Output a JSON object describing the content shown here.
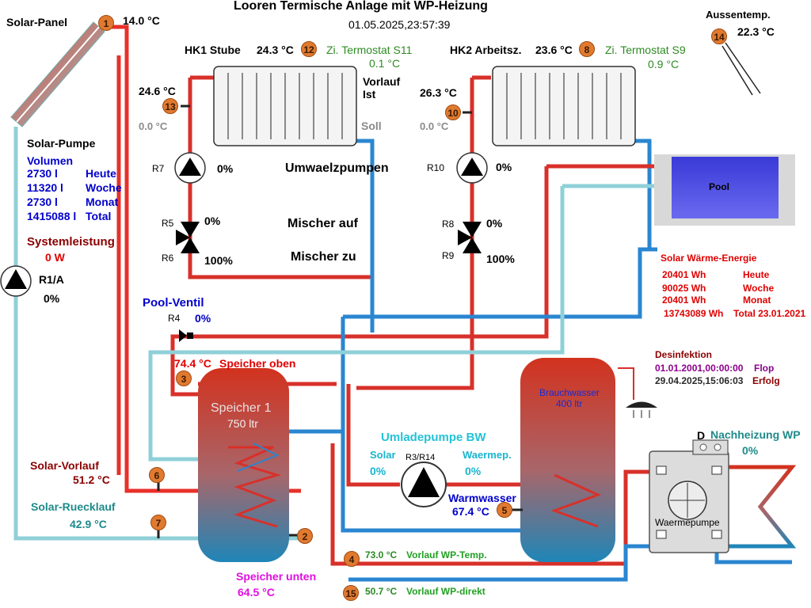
{
  "title": "Looren Termische Anlage mit WP-Heizung",
  "datetime": "01.05.2025,23:57:39",
  "solar_panel": {
    "label": "Solar-Panel",
    "temp": "14.0 °C",
    "sensor": "1"
  },
  "aussentemp": {
    "label": "Aussentemp.",
    "temp": "22.3 °C",
    "sensor": "14"
  },
  "hk1": {
    "label": "HK1 Stube",
    "room_temp": "24.3 °C",
    "sensor": "12",
    "thermostat_label": "Zi. Termostat S11",
    "thermostat_value": "0.1 °C",
    "vorlauf_temp": "24.6 °C",
    "vorlauf_sensor": "13",
    "soll": "0.0 °C",
    "pump_label": "R7",
    "pump_pct": "0%",
    "mixer_open_label": "R5",
    "mixer_open_pct": "0%",
    "mixer_close_label": "R6",
    "mixer_close_pct": "100%"
  },
  "hk2": {
    "label": "HK2 Arbeitsz.",
    "room_temp": "23.6 °C",
    "sensor": "8",
    "thermostat_label": "Zi. Termostat S9",
    "thermostat_value": "0.9 °C",
    "vorlauf_temp": "26.3 °C",
    "vorlauf_sensor": "10",
    "soll": "0.0 °C",
    "pump_label": "R10",
    "pump_pct": "0%",
    "mixer_open_label": "R8",
    "mixer_open_pct": "0%",
    "mixer_close_label": "R9",
    "mixer_close_pct": "100%"
  },
  "legend_mid": {
    "vorlauf_ist": "Vorlauf Ist",
    "soll": "Soll",
    "umwaelzpumpen": "Umwaelzpumpen",
    "mischer_auf": "Mischer auf",
    "mischer_zu": "Mischer zu"
  },
  "solar_pump": {
    "label": "Solar-Pumpe",
    "volumen_label": "Volumen",
    "rows": [
      {
        "value": "2730 l",
        "period": "Heute"
      },
      {
        "value": "11320 l",
        "period": "Woche"
      },
      {
        "value": "2730 l",
        "period": "Monat"
      },
      {
        "value": "1415088 l",
        "period": "Total"
      }
    ],
    "systemleistung_label": "Systemleistung",
    "systemleistung_value": "0 W",
    "pump_label": "R1/A",
    "pump_pct": "0%"
  },
  "pool": {
    "label": "Pool",
    "valve_label": "Pool-Ventil",
    "valve_relay": "R4",
    "valve_pct": "0%"
  },
  "solar_energy": {
    "label": "Solar Wärme-Energie",
    "rows": [
      {
        "value": "20401 Wh",
        "period": "Heute"
      },
      {
        "value": "90025 Wh",
        "period": "Woche"
      },
      {
        "value": "20401 Wh",
        "period": "Monat"
      },
      {
        "value": "13743089 Wh",
        "period": "Total 23.01.2021"
      }
    ]
  },
  "desinfektion": {
    "label": "Desinfektion",
    "rows": [
      {
        "date": "01.01.2001,00:00:00",
        "status": "Flop"
      },
      {
        "date": "29.04.2025,15:06:03",
        "status": "Erfolg"
      }
    ]
  },
  "speicher1": {
    "name": "Speicher 1",
    "volume": "750 ltr",
    "top_temp": "74.4 °C",
    "top_label": "Speicher oben",
    "top_sensor": "3",
    "bottom_label": "Speicher unten",
    "bottom_temp": "64.5 °C",
    "bottom_sensor": "2"
  },
  "solar_vorlauf": {
    "label": "Solar-Vorlauf",
    "temp": "51.2 °C",
    "sensor": "6"
  },
  "solar_ruecklauf": {
    "label": "Solar-Ruecklauf",
    "temp": "42.9 °C",
    "sensor": "7"
  },
  "umladepumpe": {
    "label": "Umladepumpe BW",
    "solar_label": "Solar",
    "solar_pct": "0%",
    "relay": "R3/R14",
    "wp_label": "Waermep.",
    "wp_pct": "0%"
  },
  "brauchwasser": {
    "name": "Brauchwasser",
    "volume": "400 ltr",
    "warm_label": "Warmwasser",
    "warm_temp": "67.4 °C",
    "sensor": "5"
  },
  "nachheizung": {
    "label": "Nachheizung WP",
    "pct": "0%",
    "d_label": "D",
    "wp_label": "Waermepumpe"
  },
  "vorlauf_wp_temp": {
    "sensor": "4",
    "temp": "73.0 °C",
    "label": "Vorlauf WP-Temp."
  },
  "vorlauf_wp_direkt": {
    "sensor": "15",
    "temp": "50.7 °C",
    "label": "Vorlauf WP-direkt"
  }
}
